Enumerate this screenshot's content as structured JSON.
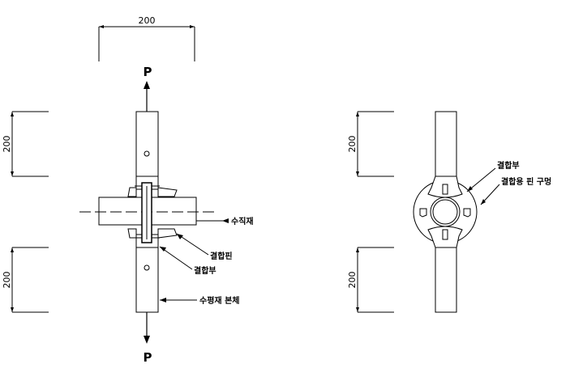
{
  "left_view": {
    "dimension_top": "200",
    "dimension_left_upper": "200",
    "dimension_left_lower": "200",
    "force_top": "P",
    "force_bottom": "P",
    "label_vertical_member": "수직재",
    "label_coupling_pin": "결합핀",
    "label_coupling_part": "결합부",
    "label_horizontal_body": "수평재 본체"
  },
  "right_view": {
    "dimension_upper": "200",
    "dimension_lower": "200",
    "label_coupling_part": "결합부",
    "label_pin_hole": "결합용 핀 구멍"
  }
}
